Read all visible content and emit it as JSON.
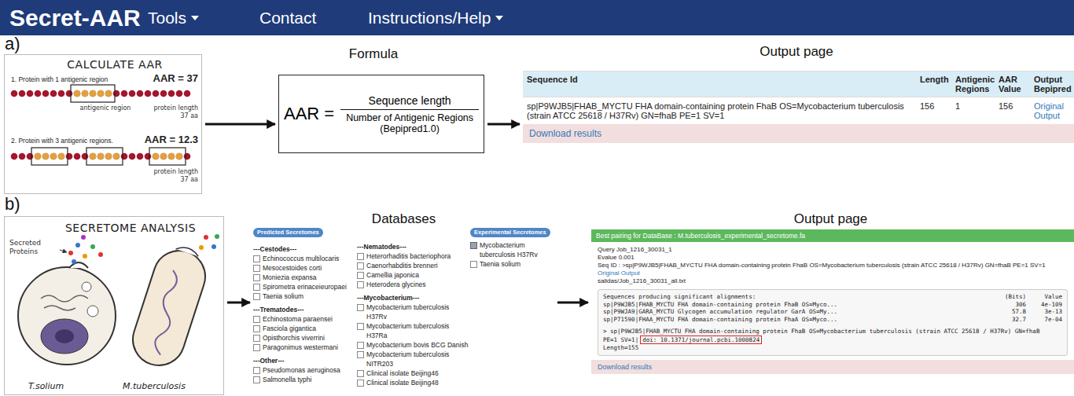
{
  "diagram": {
    "nodes": [
      {
        "text": [
          "Secret-AAR",
          "Tools",
          "Contact",
          "Instructions/Help"
        ]
      },
      {
        "text": [
          "CALCULATE AAR",
          "1. Protein with 1 antigenic region",
          "AAR = 37",
          "antigenic region",
          "protein length 37 aa",
          "2. Protein with 3 antigenic regions.",
          "AAR = 12.3",
          "protein length 37 aa"
        ]
      },
      {
        "text": [
          "Formula",
          "AAR =",
          "Sequence length",
          "Number of Antigenic Regions (Bepipred1.0)"
        ]
      },
      {
        "text": [
          "Output page",
          "Sequence Id",
          "Length",
          "Antigenic Regions",
          "AAR Value",
          "Output Bepipred",
          "sp|P9WJB5|FHAB_MYCTU FHA domain-containing protein FhaB OS=Mycobacterium tuberculosis (strain ATCC 25618 / H37Rv) GN=fhaB PE=1 SV=1",
          "156",
          "1",
          "156",
          "Original Output",
          "Download results"
        ]
      },
      {
        "text": [
          "SECRETOME ANALYSIS",
          "Secreted Proteins",
          "T.solium",
          "M.tuberculosis"
        ]
      },
      {
        "text": [
          "Databases",
          "Predicted Secretomes",
          "---Cestodes---",
          "Echinococcus multilocaris",
          "Mesocestoides corti",
          "Moniezia expansa",
          "Spirometra erinaceieuropaei",
          "Taenia solium",
          "---Trematodes---",
          "Echinostoma paraensei",
          "Fasciola gigantica",
          "Opisthorchis viverrini",
          "Paragonimus westermani",
          "---Other---",
          "Pseudomonas aeruginosa",
          "Salmonella typhi",
          "---Nematodes---",
          "Heterorhaditis bacteriophora",
          "Caenorhabditis brenneri",
          "Camellia japonica",
          "Heterodera glycines",
          "---Mycobacterium---",
          "Mycobacterium tuberculosis H37Rv",
          "Mycobacterium tuberculosis H37Ra",
          "Mycobacterium bovis BCG Danish",
          "Mycobacterium tuberculosis NITR203",
          "Clinical isolate Beijing46",
          "Clinical isolate Beijing48",
          "Experimental Secretomes",
          "Mycobacterium tuberculosis H37Rv",
          "Taenia solium"
        ]
      },
      {
        "text": [
          "Output page",
          "Best pairing for DataBase : M.tuberculosis_experimental_secretome.fa",
          "Query Job_1216_30031_1",
          "Evalue 0.001",
          "Seq ID : >sp|P9WJB5|FHAB_MYCTU FHA domain-containing protein FhaB OS=Mycobacterium tuberculosis (strain ATCC 25618 / H37Rv) GN=fhaB PE=1 SV=1",
          "Original Output",
          "salidas/Job_1216_30031_all.txt",
          "Sequences producing significant alignments:",
          "(Bits)",
          "Value",
          "sp|P9WJB5|FHAB_MYCTU FHA domain-containing protein FhaB OS=Myco...",
          "306",
          "4e-109",
          "sp|P9WJA9|GARA_MYCTU Glycogen accumulation regulator GarA OS=My...",
          "57.8",
          "3e-13",
          "sp|P71590|FHAA_MYCTU FHA domain-containing protein FhaA OS=Myco...",
          "32.7",
          "7e-04",
          "> sp|P9WJB5|FHAB_MYCTU FHA domain-containing protein FhaB OS=Mycobacterium tuberculosis (strain ATCC 25618 / H37Rv) GN=fhaB",
          "PE=1 SV=1|",
          "doi: 10.1371/journal.pcbi.1000824",
          "Length=155",
          "Download results"
        ]
      }
    ],
    "edges": [
      {
        "from": 1,
        "to": 2,
        "arrow": "to"
      },
      {
        "from": 2,
        "to": 3,
        "arrow": "to"
      },
      {
        "from": 4,
        "to": 5,
        "arrow": "to"
      },
      {
        "from": 5,
        "to": 6,
        "arrow": "to"
      }
    ],
    "labels": [
      "a)",
      "b)"
    ]
  }
}
